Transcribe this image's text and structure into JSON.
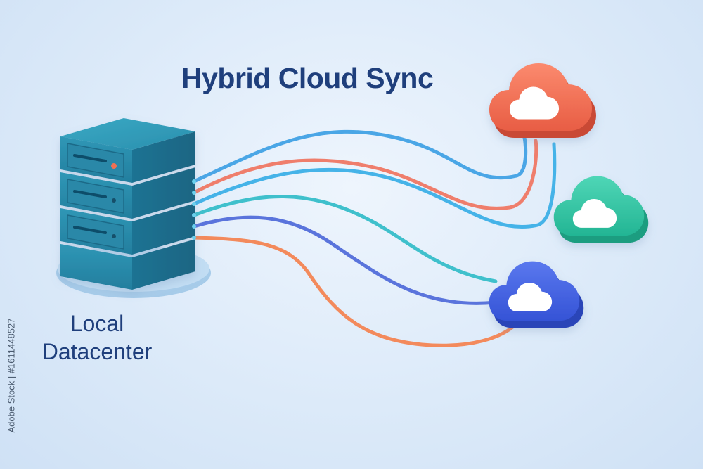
{
  "diagram": {
    "title": "Hybrid Cloud Sync",
    "source": {
      "label_line1": "Local",
      "label_line2": "Datacenter",
      "icon": "server-rack-icon"
    },
    "clouds": [
      {
        "icon": "cloud-icon",
        "color": "#f0765d"
      },
      {
        "icon": "cloud-icon",
        "color": "#35c7a6"
      },
      {
        "icon": "cloud-icon",
        "color": "#4463e0"
      }
    ],
    "connections": [
      {
        "from": "Local Datacenter",
        "to": "cloud-1",
        "color": "#4aa6e6"
      },
      {
        "from": "Local Datacenter",
        "to": "cloud-1",
        "color": "#ef7e6c"
      },
      {
        "from": "Local Datacenter",
        "to": "cloud-1",
        "color": "#45b3e8"
      },
      {
        "from": "Local Datacenter",
        "to": "cloud-3",
        "color": "#3fc0cc"
      },
      {
        "from": "Local Datacenter",
        "to": "cloud-3",
        "color": "#5a74dc"
      },
      {
        "from": "Local Datacenter",
        "to": "cloud-3",
        "color": "#f38a5c"
      }
    ]
  },
  "watermark": {
    "side_text": "Adobe Stock | #1611448527"
  }
}
